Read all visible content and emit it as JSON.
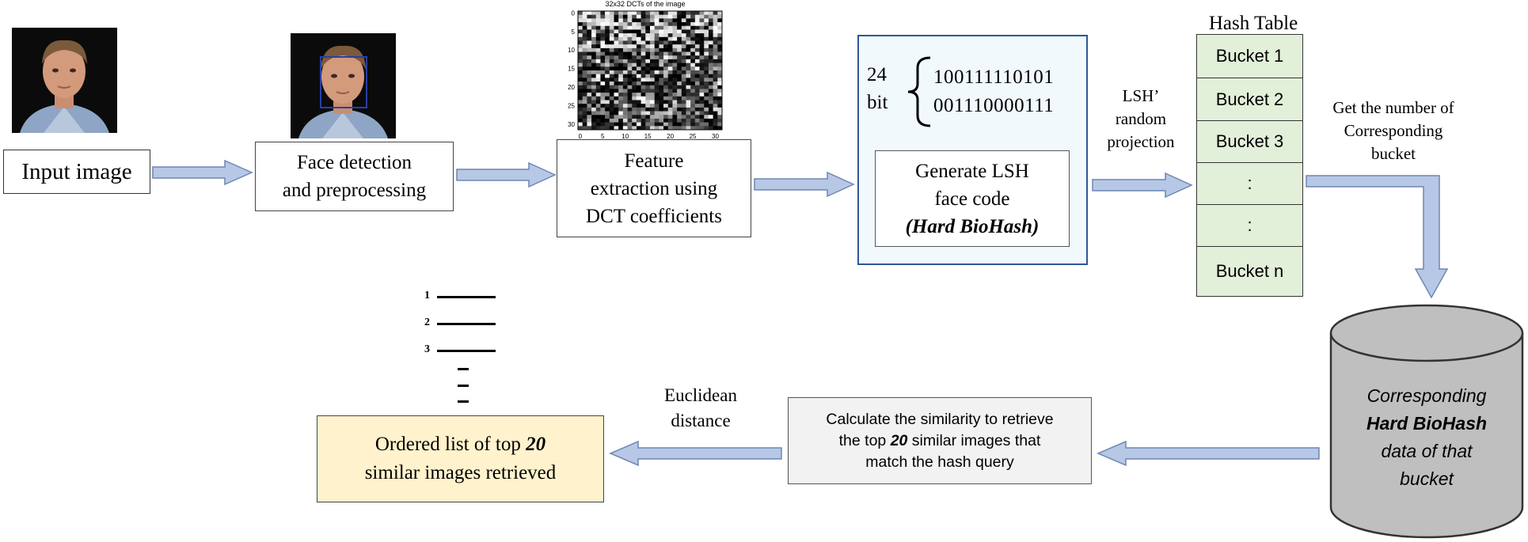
{
  "steps": {
    "input": "Input image",
    "detection": [
      "Face detection",
      "and preprocessing"
    ],
    "feature": [
      "Feature",
      "extraction using",
      "DCT coefficients"
    ],
    "generate": [
      "Generate LSH",
      "face code",
      "(Hard BioHash)"
    ]
  },
  "dct_plot": {
    "title": "32x32 DCTs of the image",
    "x_ticks": [
      "0",
      "5",
      "10",
      "15",
      "20",
      "25",
      "30"
    ],
    "y_ticks": [
      "0",
      "5",
      "10",
      "15",
      "20",
      "25",
      "30"
    ]
  },
  "bits": {
    "count": "24",
    "unit": "bit",
    "code1": "100111110101",
    "code2": "001110000111"
  },
  "lsh_label": [
    "LSH’",
    "random",
    "projection"
  ],
  "hash_table": {
    "title": "Hash Table",
    "buckets": [
      "Bucket 1",
      "Bucket 2",
      "Bucket 3",
      ":",
      ":",
      "Bucket n"
    ]
  },
  "get_bucket_label": [
    "Get the number of",
    "Corresponding",
    "bucket"
  ],
  "cylinder": [
    "Corresponding",
    "Hard BioHash",
    "data of that",
    "bucket"
  ],
  "similarity": [
    "Calculate the similarity to retrieve",
    "the top 20 similar images that",
    "match the hash query"
  ],
  "euclidean": [
    "Euclidean",
    "distance"
  ],
  "ordered": [
    "Ordered list of top 20",
    "similar images  retrieved"
  ],
  "rank_list": [
    "1",
    "2",
    "3"
  ],
  "colors": {
    "arrow_fill": "#b7c8e6",
    "arrow_stroke": "#6f86b3",
    "bucket_fill": "#e2efd9",
    "lsh_box_fill": "#f2f9fd",
    "lsh_box_border": "#2f5597",
    "ordered_fill": "#fff2cc",
    "similarity_fill": "#f2f2f2",
    "cylinder_fill": "#bfbfbf",
    "face_box": "#2a3ea8"
  }
}
